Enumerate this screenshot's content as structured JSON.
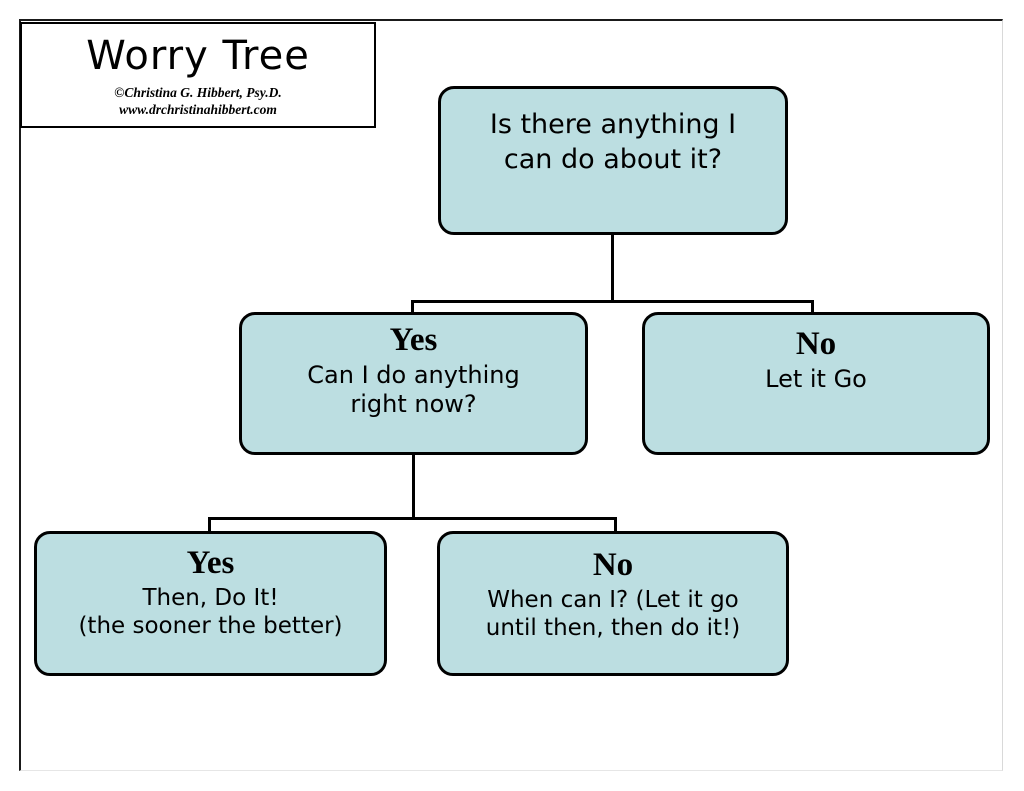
{
  "page": {
    "title": "Worry Tree",
    "background_color": "#ffffff",
    "node_fill_color": "#bcdee1",
    "node_border_color": "#000000",
    "connector_color": "#000000"
  },
  "title_block": {
    "title": "Worry Tree",
    "credit_author": "©Christina G. Hibbert, Psy.D.",
    "credit_website": "www.drchristinahibbert.com"
  },
  "nodes": {
    "root": {
      "heading": "",
      "body": "Is there anything I\ncan do about it?"
    },
    "yes_level1": {
      "heading": "Yes",
      "body": "Can I do anything\nright now?"
    },
    "no_level1": {
      "heading": "No",
      "body": "Let it Go"
    },
    "yes_level2": {
      "heading": "Yes",
      "body": "Then, Do It!\n(the sooner the better)"
    },
    "no_level2": {
      "heading": "No",
      "body": "When can I?  (Let it go\nuntil then, then do it!)"
    }
  }
}
